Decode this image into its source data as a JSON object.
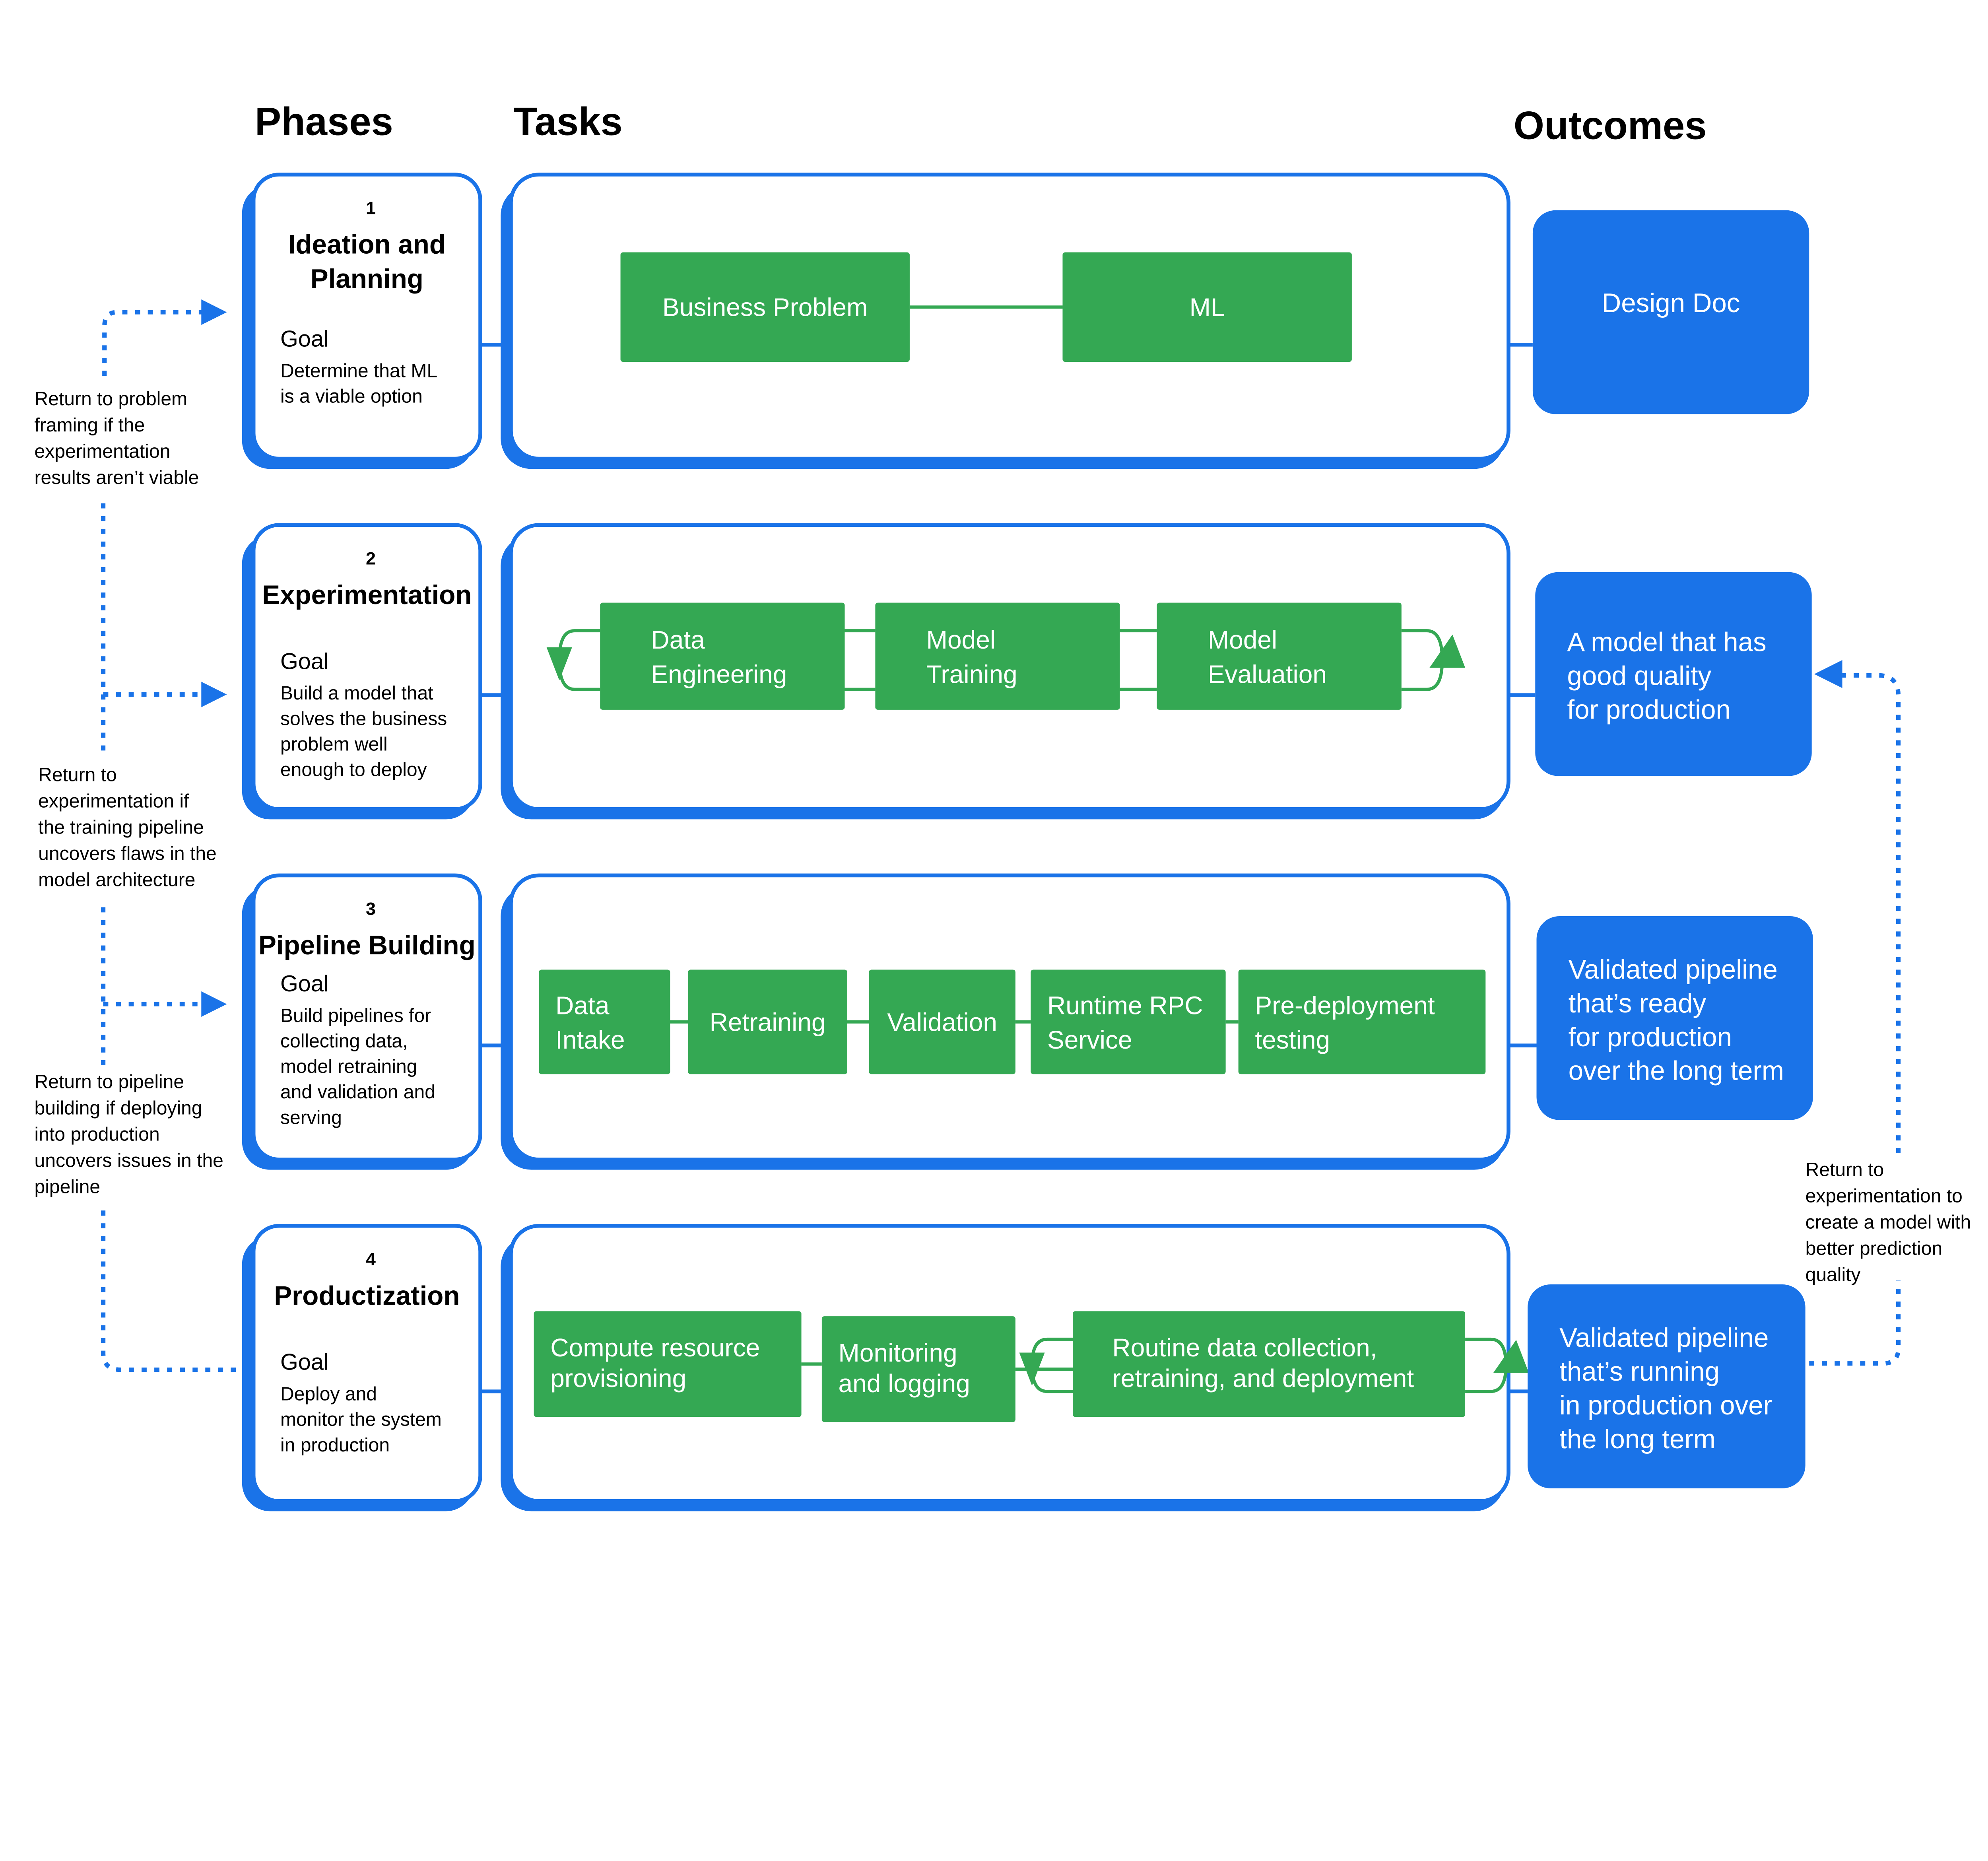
{
  "colors": {
    "blue": "#1a73e8",
    "green": "#34a853"
  },
  "headers": {
    "phases": "Phases",
    "tasks": "Tasks",
    "outcomes": "Outcomes"
  },
  "phases": [
    {
      "number": "1",
      "title": [
        "Ideation and",
        "Planning"
      ],
      "goal_label": "Goal",
      "goal": [
        "Determine that ML",
        "is a viable option"
      ]
    },
    {
      "number": "2",
      "title": [
        "Experimentation"
      ],
      "goal_label": "Goal",
      "goal": [
        "Build a model that",
        "solves the business",
        "problem well",
        "enough to deploy"
      ]
    },
    {
      "number": "3",
      "title": [
        "Pipeline Building"
      ],
      "goal_label": "Goal",
      "goal": [
        "Build pipelines for",
        "collecting data,",
        "model retraining",
        "and validation and",
        "serving"
      ]
    },
    {
      "number": "4",
      "title": [
        "Productization"
      ],
      "goal_label": "Goal",
      "goal": [
        "Deploy and",
        "monitor the system",
        "in production"
      ]
    }
  ],
  "tasks": [
    [
      [
        "Business Problem"
      ],
      [
        "ML"
      ]
    ],
    [
      [
        "Data",
        "Engineering"
      ],
      [
        "Model",
        "Training"
      ],
      [
        "Model",
        "Evaluation"
      ]
    ],
    [
      [
        "Data",
        "Intake"
      ],
      [
        "Retraining"
      ],
      [
        "Validation"
      ],
      [
        "Runtime RPC",
        "Service"
      ],
      [
        "Pre-deployment",
        "testing"
      ]
    ],
    [
      [
        "Compute  resource",
        "provisioning"
      ],
      [
        "Monitoring",
        "and logging"
      ],
      [
        "Routine data collection,",
        "retraining, and deployment"
      ]
    ]
  ],
  "outcomes": [
    [
      "Design Doc"
    ],
    [
      "A model that has",
      "good quality",
      "for production"
    ],
    [
      "Validated pipeline",
      "that’s ready",
      "for production",
      "over the long term"
    ],
    [
      "Validated pipeline",
      "that’s running",
      "in production over",
      "the long term"
    ]
  ],
  "feedback_notes": [
    [
      "Return to problem",
      "framing if the",
      "experimentation",
      "results aren’t viable"
    ],
    [
      "Return to",
      "experimentation if",
      "the training pipeline",
      "uncovers flaws in the",
      "model architecture"
    ],
    [
      "Return to pipeline",
      "building if deploying",
      "into production",
      "uncovers issues in the",
      "pipeline"
    ],
    [
      "Return to",
      "experimentation to",
      "create a model with",
      "better prediction",
      "quality"
    ]
  ]
}
